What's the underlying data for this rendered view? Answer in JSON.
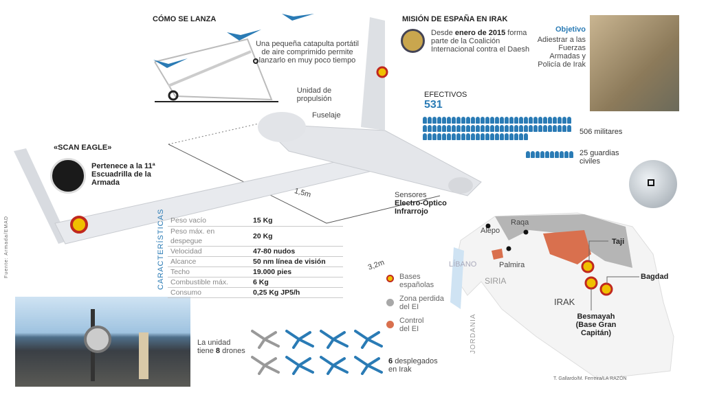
{
  "launch": {
    "title": "CÓMO SE LANZA",
    "description": "Una pequeña catapulta portátil de aire comprimido permite lanzarlo en muy poco tiempo"
  },
  "drone_labels": {
    "propulsion": "Unidad de propulsión",
    "fuselage": "Fuselaje",
    "sensors_1": "Sensores",
    "sensors_2": "Electro-Óptico Infrarrojo",
    "length": "1,5m",
    "wingspan": "3,2m"
  },
  "scan_eagle": {
    "title": "«SCAN EAGLE»",
    "description": "Pertenece a la 11ª Escuadrilla de la Armada"
  },
  "source": "Fuente: Armada/EMAD",
  "specs": {
    "heading": "CARACTERÍSTICAS",
    "rows": [
      {
        "label": "Peso vacío",
        "value": "15 Kg"
      },
      {
        "label": "Peso máx. en despegue",
        "value": "20 Kg"
      },
      {
        "label": "Velocidad",
        "value": "47-80 nudos"
      },
      {
        "label": "Alcance",
        "value": "50 nm línea de visión"
      },
      {
        "label": "Techo",
        "value": "19.000 pies"
      },
      {
        "label": "Combustible máx.",
        "value": "6 Kg"
      },
      {
        "label": "Consumo",
        "value": "0,25 Kg JP5/h"
      }
    ]
  },
  "mission": {
    "title": "MISIÓN DE ESPAÑA EN IRAK",
    "description_pre": "Desde",
    "description_bold": "enero de 2015",
    "description_post": "forma parte de la Coalición Internacional contra el Daesh",
    "objective_title": "Objetivo",
    "objective_text": "Adiestrar a las Fuerzas Armadas y Policía de Irak"
  },
  "personnel": {
    "title": "EFECTIVOS",
    "total": "531",
    "military": "506 militares",
    "military_count": 506,
    "guards": "25 guardias civiles",
    "guards_count": 25
  },
  "drones": {
    "unit_pre": "La unidad tiene",
    "unit_count": "8",
    "unit_post": "drones",
    "deployed_count": "6",
    "deployed_text": "desplegados en Irak",
    "total": 8,
    "deployed": 6
  },
  "map": {
    "cities": [
      "Alepo",
      "Raqa",
      "Palmira"
    ],
    "countries": [
      "LÍBANO",
      "SIRIA",
      "IRAK",
      "JORDANIA"
    ],
    "bases": [
      "Taji",
      "Bagdad",
      "Besmayah (Base Gran Capitán)"
    ],
    "legend": [
      {
        "label": "Bases españolas",
        "color": "#e8b400"
      },
      {
        "label": "Zona perdida del EI",
        "color": "#a8a8a8"
      },
      {
        "label": "Control del EI",
        "color": "#d9704e"
      }
    ]
  },
  "credit": "T. Gallardo/M. Ferreira/LA RAZÓN",
  "colors": {
    "accent": "#2a7bb5",
    "gray_zone": "#b5b5b5",
    "ei_control": "#d9704e"
  }
}
